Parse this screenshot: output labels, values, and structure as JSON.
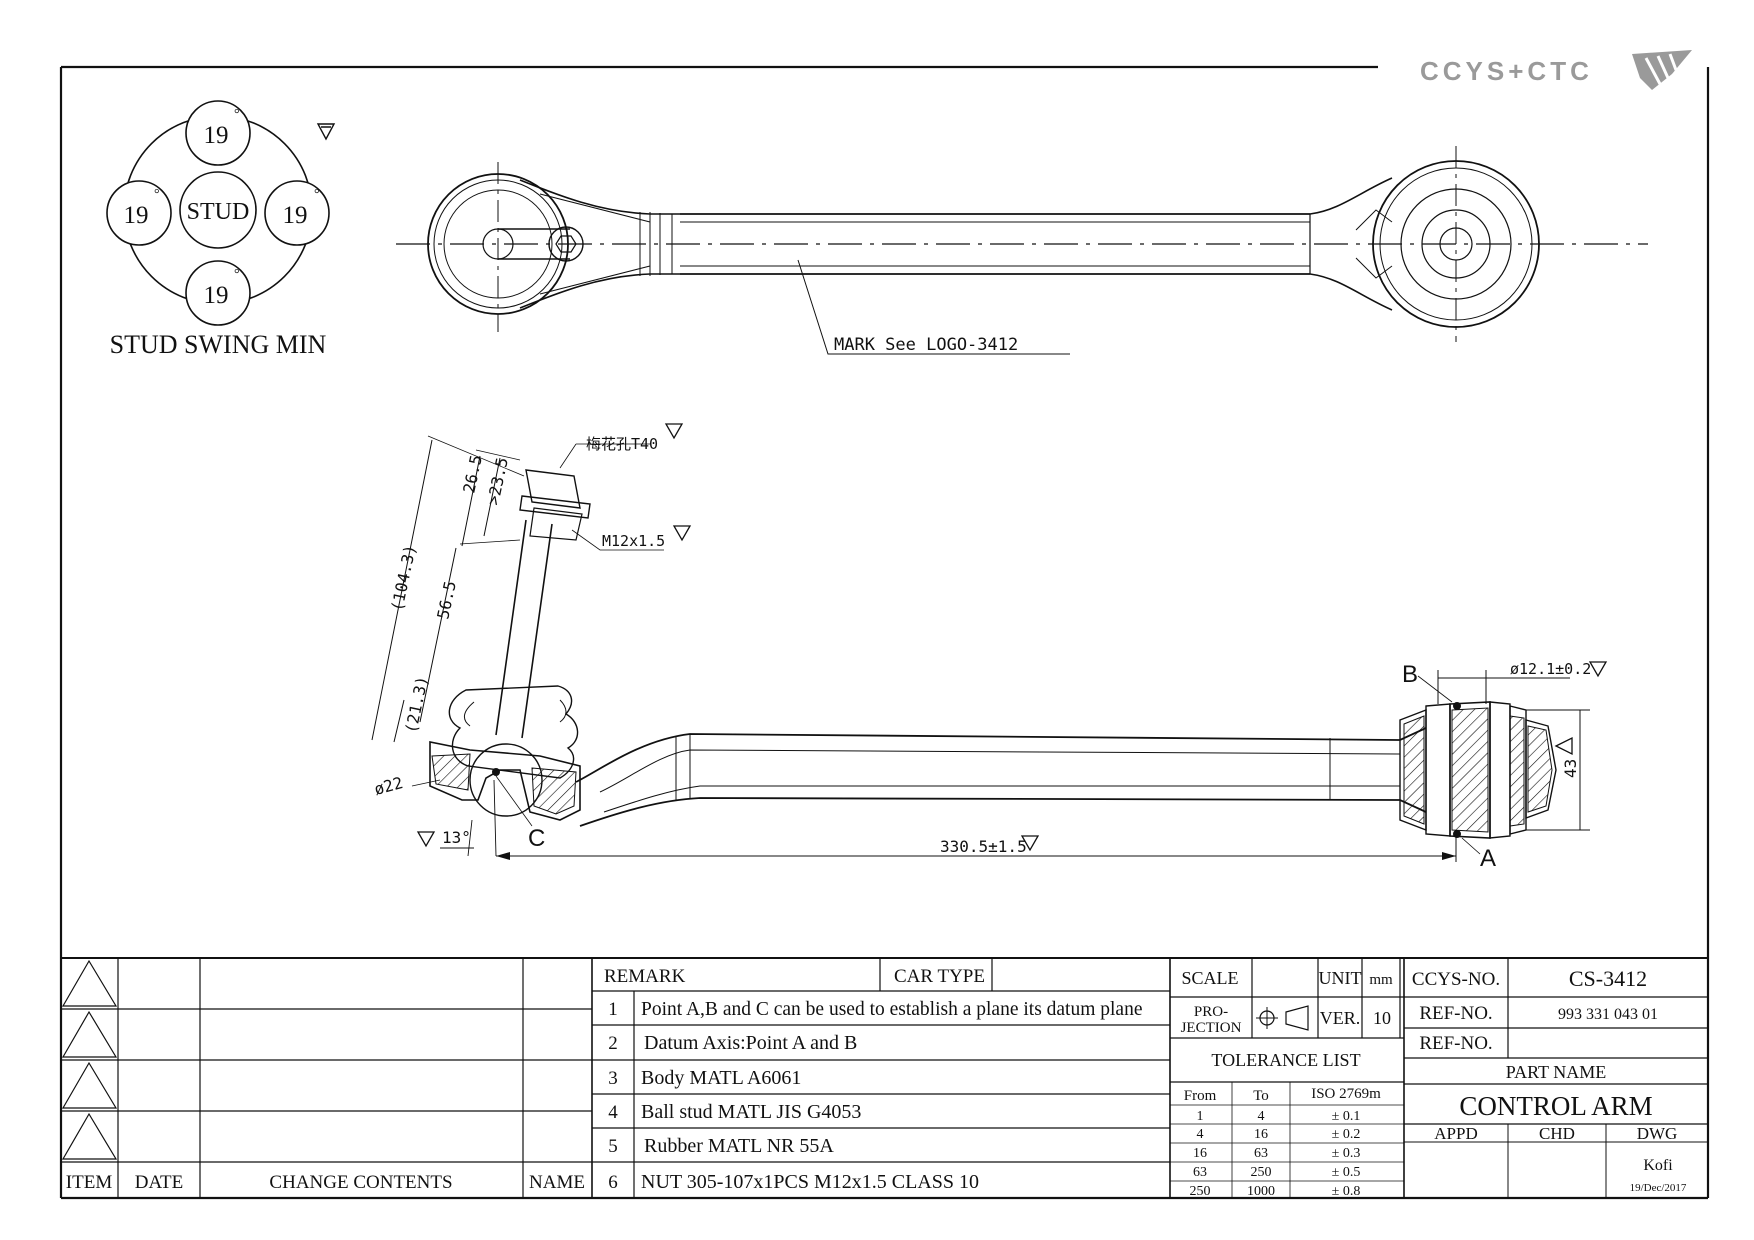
{
  "header": {
    "company_logo_text": "CCYS+CTC"
  },
  "swing": {
    "center_label": "STUD",
    "top_angle": "19",
    "left_angle": "19",
    "right_angle": "19",
    "bottom_angle": "19",
    "degree_symbol": "°",
    "caption": "STUD SWING MIN"
  },
  "top_view": {
    "mark_note": "MARK See LOGO-3412"
  },
  "side_view": {
    "drive_note": "梅花孔T40",
    "thread_note": "M12x1.5",
    "dim_26_5": "26.5",
    "dim_23_5": ">23.5",
    "dim_104_3": "(104.3)",
    "dim_56_5": "56.5",
    "dim_21_3": "(21.3)",
    "dim_phi22": "ø22",
    "dim_angle": "13°",
    "label_c": "C",
    "label_b": "B",
    "label_a": "A",
    "dim_bore": "ø12.1±0.2",
    "dim_width": "43",
    "dim_length": "330.5±1.5"
  },
  "revision_table": {
    "headers": {
      "item": "ITEM",
      "date": "DATE",
      "change": "CHANGE CONTENTS",
      "name": "NAME"
    }
  },
  "remarks": {
    "remark_label": "REMARK",
    "car_type_label": "CAR TYPE",
    "items": [
      {
        "no": "1",
        "text": "Point A,B and C can be used to establish a plane its datum plane"
      },
      {
        "no": "2",
        "text": "Datum Axis:Point A and B"
      },
      {
        "no": "3",
        "text": "Body MATL A6061"
      },
      {
        "no": "4",
        "text": "Ball stud MATL JIS G4053"
      },
      {
        "no": "5",
        "text": "Rubber MATL NR 55A"
      },
      {
        "no": "6",
        "text": "NUT 305-107x1PCS M12x1.5 CLASS 10"
      }
    ]
  },
  "spec": {
    "scale_label": "SCALE",
    "unit_label": "UNIT",
    "unit_value": "mm",
    "projection_label_1": "PRO-",
    "projection_label_2": "JECTION",
    "ver_label": "VER.",
    "ver_value": "10",
    "tolerance_title": "TOLERANCE LIST",
    "tol_headers": [
      "From",
      "To",
      "ISO 2769m"
    ],
    "tol_rows": [
      [
        "1",
        "4",
        "± 0.1"
      ],
      [
        "4",
        "16",
        "± 0.2"
      ],
      [
        "16",
        "63",
        "± 0.3"
      ],
      [
        "63",
        "250",
        "± 0.5"
      ],
      [
        "250",
        "1000",
        "± 0.8"
      ]
    ]
  },
  "title_block": {
    "ccys_label": "CCYS-NO.",
    "ccys_value": "CS-3412",
    "ref_label_1": "REF-NO.",
    "ref_value_1": "993 331 043 01",
    "ref_label_2": "REF-NO.",
    "ref_value_2": "",
    "part_name_label": "PART NAME",
    "part_name": "CONTROL ARM",
    "appd_label": "APPD",
    "chd_label": "CHD",
    "dwg_label": "DWG",
    "drawn_by": "Kofi",
    "drawn_date": "19/Dec/2017"
  }
}
